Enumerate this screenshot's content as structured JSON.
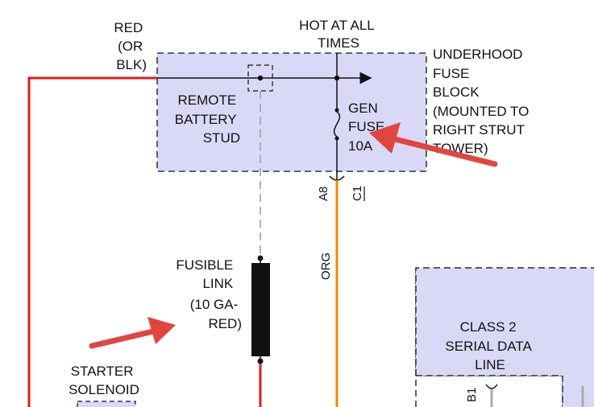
{
  "labels": {
    "red_or_blk": [
      "RED",
      "(OR",
      "BLK)"
    ],
    "hot_at_all_times": [
      "HOT AT ALL",
      "TIMES"
    ],
    "underhood_fuse_block": [
      "UNDERHOOD",
      "FUSE",
      "BLOCK",
      "(MOUNTED TO",
      "RIGHT STRUT",
      "TOWER)"
    ],
    "remote_battery_stud": [
      "REMOTE",
      "BATTERY",
      "STUD"
    ],
    "gen_fuse": [
      "GEN",
      "FUSE",
      "10A"
    ],
    "connector_a8": "A8",
    "connector_c1": "C1",
    "wire_org": "ORG",
    "fusible_link": [
      "FUSIBLE",
      "LINK",
      "(10 GA-",
      "RED)"
    ],
    "starter_solenoid": [
      "STARTER",
      "SOLENOID"
    ],
    "class2_serial_data_line": [
      "CLASS 2",
      "SERIAL DATA",
      "LINE"
    ],
    "connector_b1": "B1"
  },
  "colors": {
    "wire_red": "#e01b1b",
    "wire_orange": "#f08a00",
    "box_fill": "#d9d9f7",
    "arrow_red": "#e0453f",
    "dashed_gray": "#9a9a9a",
    "line_black": "#111111"
  }
}
